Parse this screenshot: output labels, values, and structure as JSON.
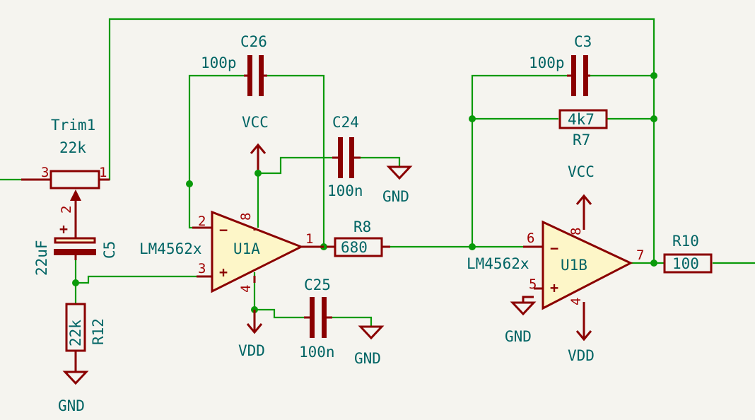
{
  "colors": {
    "background": "#f5f4ef",
    "wire": "#0a9a0a",
    "component": "#8a0000",
    "component_body": "#fdf6c8",
    "label": "#006464",
    "pin_number": "#a00000"
  },
  "components": {
    "trim1": {
      "ref": "Trim1",
      "value": "22k",
      "pins": [
        "3",
        "1",
        "2"
      ]
    },
    "c5": {
      "ref": "C5",
      "value": "22uF",
      "polarity": "+"
    },
    "r12": {
      "ref": "R12",
      "value": "22k"
    },
    "c26": {
      "ref": "C26",
      "value": "100p"
    },
    "c24": {
      "ref": "C24",
      "value": "100n"
    },
    "c25": {
      "ref": "C25",
      "value": "100n"
    },
    "u1a": {
      "ref": "U1A",
      "value": "LM4562x",
      "pins": {
        "inv": "2",
        "noninv": "3",
        "out": "1",
        "vplus": "8",
        "vminus": "4"
      }
    },
    "r8": {
      "ref": "R8",
      "value": "680"
    },
    "c3": {
      "ref": "C3",
      "value": "100p"
    },
    "r7": {
      "ref": "R7",
      "value": "4k7"
    },
    "u1b": {
      "ref": "U1B",
      "value": "LM4562x",
      "pins": {
        "inv": "6",
        "noninv": "5",
        "out": "7",
        "vplus": "8",
        "vminus": "4"
      }
    },
    "r10": {
      "ref": "R10",
      "value": "100"
    }
  },
  "power": {
    "vcc": "VCC",
    "vdd": "VDD",
    "gnd": "GND"
  },
  "opamp_signs": {
    "minus": "−",
    "plus": "+"
  }
}
